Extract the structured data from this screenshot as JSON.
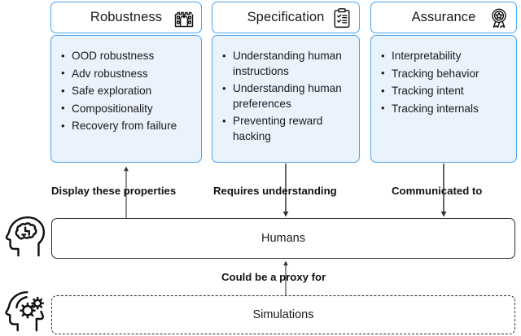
{
  "diagram": {
    "panels": [
      {
        "title": "Robustness",
        "icon": "castle-icon",
        "items": [
          "OOD robustness",
          "Adv robustness",
          "Safe exploration",
          "Compositionality",
          "Recovery from failure"
        ]
      },
      {
        "title": "Specification",
        "icon": "clipboard-checklist-icon",
        "items": [
          "Understanding human instructions",
          "Understanding human preferences",
          "Preventing reward hacking"
        ]
      },
      {
        "title": "Assurance",
        "icon": "award-ribbon-icon",
        "items": [
          "Interpretability",
          "Tracking behavior",
          "Tracking intent",
          "Tracking internals"
        ]
      }
    ],
    "edges": [
      {
        "label": "Display these properties",
        "direction": "up",
        "from": "humans",
        "to": "robustness"
      },
      {
        "label": "Requires understanding",
        "direction": "down",
        "from": "specification",
        "to": "humans"
      },
      {
        "label": "Communicated to",
        "direction": "down",
        "from": "assurance",
        "to": "humans"
      },
      {
        "label": "Could be a proxy for",
        "direction": "up",
        "from": "simulations",
        "to": "humans"
      }
    ],
    "rows": [
      {
        "label": "Humans",
        "icon": "head-brain-icon",
        "border": "solid"
      },
      {
        "label": "Simulations",
        "icon": "head-gears-icon",
        "border": "dashed"
      }
    ],
    "colors": {
      "panel_border": "#4aa3f0",
      "panel_body_fill": "#eaf3fc",
      "panel_header_fill": "#ffffff",
      "row_border": "#2b2b2b",
      "text": "#1a1a1a",
      "background": "#ffffff"
    }
  }
}
